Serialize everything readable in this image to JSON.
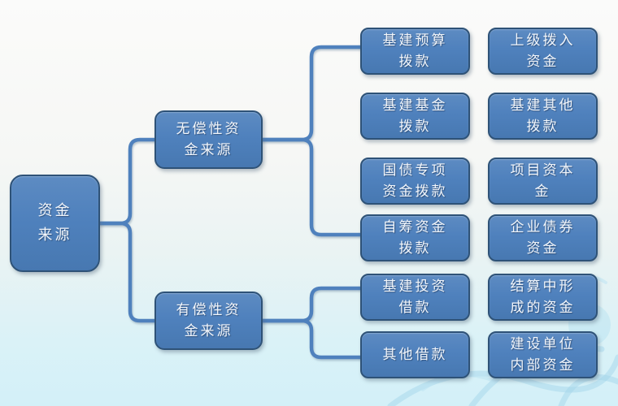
{
  "nodes": {
    "root": {
      "label": "资金来源",
      "line1": "资金",
      "line2": "来源"
    },
    "unpaid": {
      "label": "无偿性资金来源",
      "line1": "无偿性资",
      "line2": "金来源"
    },
    "paid": {
      "label": "有偿性资金来源",
      "line1": "有偿性资",
      "line2": "金来源"
    },
    "c3r1": {
      "label": "基建预算拨款",
      "line1": "基建预算",
      "line2": "拨款"
    },
    "c3r2": {
      "label": "基建基金拨款",
      "line1": "基建基金",
      "line2": "拨款"
    },
    "c3r3": {
      "label": "国债专项资金拨款",
      "line1": "国债专项",
      "line2": "资金拨款"
    },
    "c3r4": {
      "label": "自筹资金拨款",
      "line1": "自筹资金",
      "line2": "拨款"
    },
    "c3r5": {
      "label": "基建投资借款",
      "line1": "基建投资",
      "line2": "借款"
    },
    "c3r6": {
      "label": "其他借款",
      "line1": "其他借款",
      "line2": ""
    },
    "c4r1": {
      "label": "上级拨入资金",
      "line1": "上级拨入",
      "line2": "资金"
    },
    "c4r2": {
      "label": "基建其他拨款",
      "line1": "基建其他",
      "line2": "拨款"
    },
    "c4r3": {
      "label": "项目资本金",
      "line1": "项目资本",
      "line2": "金"
    },
    "c4r4": {
      "label": "企业债券资金",
      "line1": "企业债券",
      "line2": "资金"
    },
    "c4r5": {
      "label": "结算中形成的资金",
      "line1": "结算中形",
      "line2": "成的资金"
    },
    "c4r6": {
      "label": "建设单位内部资金",
      "line1": "建设单位",
      "line2": "内部资金"
    }
  },
  "edges": [
    {
      "from": "root",
      "to": "unpaid"
    },
    {
      "from": "root",
      "to": "paid"
    },
    {
      "from": "unpaid",
      "to": "c3r1"
    },
    {
      "from": "unpaid",
      "to": "c3r2"
    },
    {
      "from": "unpaid",
      "to": "c3r3"
    },
    {
      "from": "unpaid",
      "to": "c3r4"
    },
    {
      "from": "paid",
      "to": "c3r5"
    },
    {
      "from": "paid",
      "to": "c3r6"
    }
  ],
  "colors": {
    "node_fill": "#4f81bd",
    "node_border": "#2e5277",
    "connector": "#4f81bd",
    "node_text": "#f2f6fb",
    "background_top": "#fbfbfa",
    "background_bottom": "#d3f0f8"
  }
}
